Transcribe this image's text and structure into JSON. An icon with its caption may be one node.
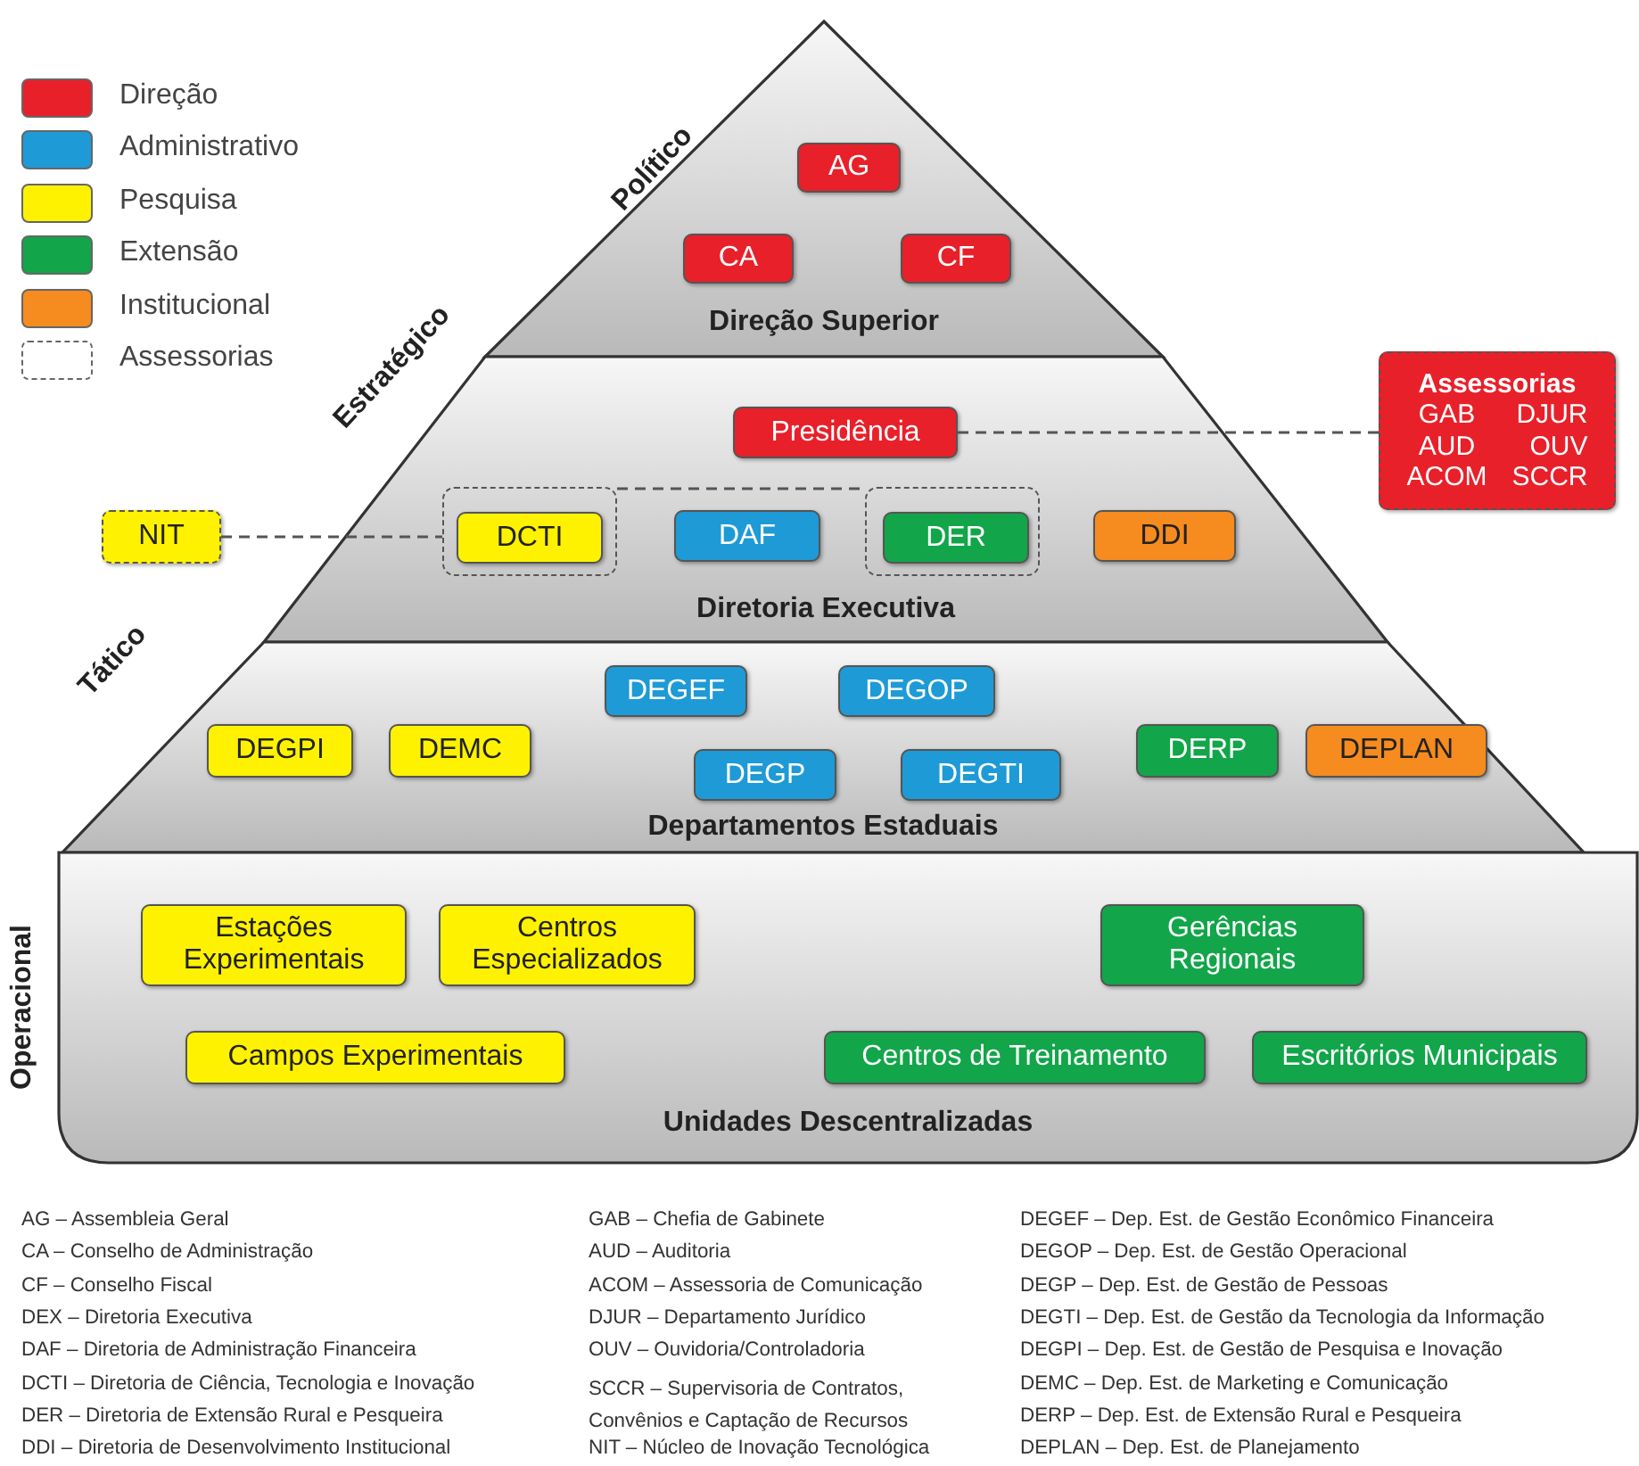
{
  "diagram": {
    "nodes": [
      {
        "text": [
          "Direção Superior"
        ],
        "beside": [
          "Político"
        ]
      },
      {
        "text": [
          "AG"
        ],
        "in": 0
      },
      {
        "text": [
          "CA"
        ],
        "in": 0
      },
      {
        "text": [
          "CF"
        ],
        "in": 0
      },
      {
        "text": [
          "Diretoria Executiva"
        ],
        "beside": [
          "Estratégico"
        ]
      },
      {
        "text": [
          "Presidência"
        ],
        "in": 4
      },
      {
        "text": [
          "Assessorias",
          "GAB",
          "DJUR",
          "AUD",
          "OUV",
          "ACOM",
          "SCCR"
        ]
      },
      {
        "text": [
          "NIT"
        ]
      },
      {
        "text": [],
        "shape": "box",
        "in": 4
      },
      {
        "text": [
          "DCTI"
        ],
        "in": 8
      },
      {
        "text": [
          "DAF"
        ],
        "in": 4
      },
      {
        "text": [],
        "shape": "box",
        "in": 4
      },
      {
        "text": [
          "DER"
        ],
        "in": 11
      },
      {
        "text": [
          "DDI"
        ],
        "in": 4
      },
      {
        "text": [
          "Departamentos Estaduais"
        ],
        "beside": [
          "Tático"
        ]
      },
      {
        "text": [
          "DEGEF"
        ],
        "in": 14
      },
      {
        "text": [
          "DEGOP"
        ],
        "in": 14
      },
      {
        "text": [
          "DEGPI"
        ],
        "in": 14
      },
      {
        "text": [
          "DEMC"
        ],
        "in": 14
      },
      {
        "text": [
          "DEGP"
        ],
        "in": 14
      },
      {
        "text": [
          "DEGTI"
        ],
        "in": 14
      },
      {
        "text": [
          "DERP"
        ],
        "in": 14
      },
      {
        "text": [
          "DEPLAN"
        ],
        "in": 14
      },
      {
        "text": [
          "Unidades Descentralizadas"
        ],
        "beside": [
          "Operacional"
        ]
      },
      {
        "text": [
          "Estações Experimentais"
        ],
        "in": 23
      },
      {
        "text": [
          "Centros Especializados"
        ],
        "in": 23
      },
      {
        "text": [
          "Gerências Regionais"
        ],
        "in": 23
      },
      {
        "text": [
          "Campos Experimentais"
        ],
        "in": 23
      },
      {
        "text": [
          "Centros de Treinamento"
        ],
        "in": 23
      },
      {
        "text": [
          "Escritórios Municipais"
        ],
        "in": 23
      }
    ],
    "edges": [
      {
        "from": 7,
        "to": 8,
        "arrow": "none",
        "style": "dashed"
      },
      {
        "from": 8,
        "to": 11,
        "arrow": "none",
        "style": "dashed"
      },
      {
        "from": 5,
        "to": 6,
        "arrow": "none",
        "style": "dashed"
      }
    ],
    "labels": [
      "AG – Assembleia Geral",
      "CA – Conselho de Administração",
      "CF – Conselho Fiscal",
      "DEX – Diretoria Executiva",
      "DAF – Diretoria de Administração Financeira",
      "DCTI – Diretoria de Ciência, Tecnologia e Inovação",
      "DER – Diretoria de Extensão Rural e Pesqueira",
      "DDI – Diretoria de Desenvolvimento Institucional",
      "GAB – Chefia de Gabinete",
      "AUD – Auditoria",
      "ACOM – Assessoria de Comunicação",
      "DJUR – Departamento Jurídico",
      "OUV – Ouvidoria/Controladoria",
      "SCCR – Supervisoria de Contratos, Convênios e Captação de Recursos",
      "NIT – Núcleo de Inovação Tecnológica",
      "DEGEF – Dep. Est. de Gestão Econômico Financeira",
      "DEGOP – Dep. Est. de Gestão Operacional",
      "DEGP – Dep. Est. de Gestão de Pessoas",
      "DEGTI – Dep. Est. de Gestão da Tecnologia da Informação",
      "DEGPI – Dep. Est. de Gestão de Pesquisa e Inovação",
      "DEMC – Dep. Est. de Marketing e Comunicação",
      "DERP – Dep. Est. de Extensão Rural e Pesqueira",
      "DEPLAN – Dep. Est. de Planejamento"
    ],
    "legend": [
      {
        "text": "Direção",
        "color": "#e8202a"
      },
      {
        "text": "Administrativo",
        "color": "#1e9ad6"
      },
      {
        "text": "Pesquisa",
        "color": "#fff200"
      },
      {
        "text": "Extensão",
        "color": "#12a54a"
      },
      {
        "text": "Institucional",
        "color": "#f68b1f"
      },
      {
        "text": "Assessorias"
      }
    ]
  }
}
